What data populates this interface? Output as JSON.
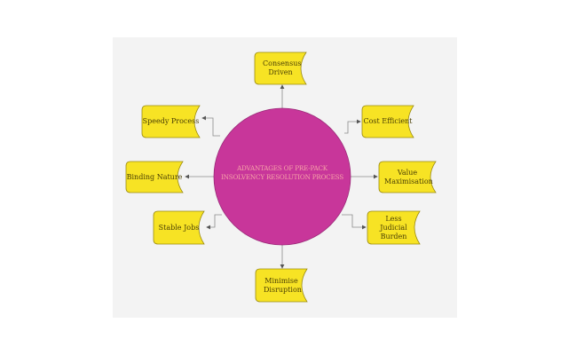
{
  "diagram": {
    "center": {
      "line1": "ADVANTAGES OF PRE-PACK",
      "line2": "INSOLVENCY RESOLUTION PROCESS",
      "color": "#c8369a"
    },
    "node_color": "#f7e324",
    "nodes": [
      {
        "id": "consensus",
        "label": "Consensus Driven"
      },
      {
        "id": "cost",
        "label": "Cost Efficient"
      },
      {
        "id": "value",
        "label": "Value Maximisation"
      },
      {
        "id": "judicial",
        "label": "Less Judicial Burden"
      },
      {
        "id": "disruption",
        "label": "Minimise Disruption"
      },
      {
        "id": "jobs",
        "label": "Stable Jobs"
      },
      {
        "id": "binding",
        "label": "Binding Nature"
      },
      {
        "id": "speedy",
        "label": "Speedy Process"
      }
    ]
  }
}
